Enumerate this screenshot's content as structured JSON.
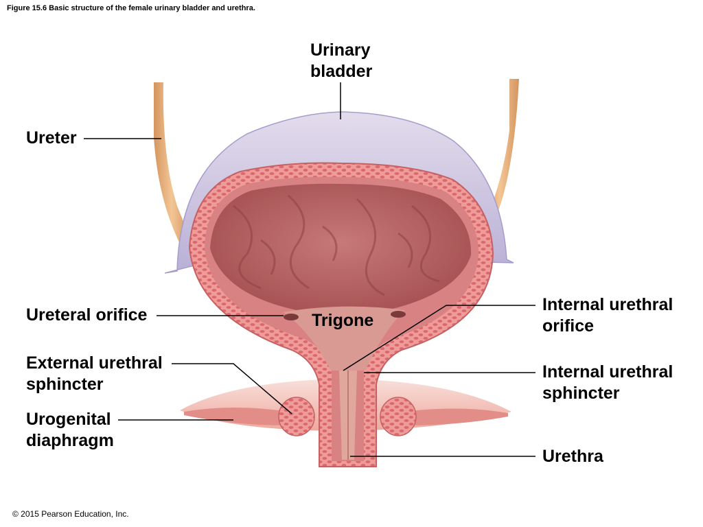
{
  "figure": {
    "caption": "Figure 15.6 Basic structure of the female urinary bladder and urethra.",
    "copyright": "© 2015 Pearson Education, Inc."
  },
  "labels": {
    "urinary_bladder": [
      "Urinary",
      "bladder"
    ],
    "ureter": [
      "Ureter"
    ],
    "ureteral_orifice": [
      "Ureteral orifice"
    ],
    "trigone": [
      "Trigone"
    ],
    "external_urethral_sphincter": [
      "External urethral",
      "sphincter"
    ],
    "urogenital_diaphragm": [
      "Urogenital",
      "diaphragm"
    ],
    "internal_urethral_orifice": [
      "Internal urethral",
      "orifice"
    ],
    "internal_urethral_sphincter": [
      "Internal urethral",
      "sphincter"
    ],
    "urethra": [
      "Urethra"
    ]
  },
  "colors": {
    "ureter": "#e7b07a",
    "bladder_outer": "#c9c3e0",
    "muscle_wall": "#e9878a",
    "lining": "#c8706f",
    "lumen": "#b75d5e",
    "diaphragm": "#f0bab0",
    "leader_line": "#000000"
  }
}
